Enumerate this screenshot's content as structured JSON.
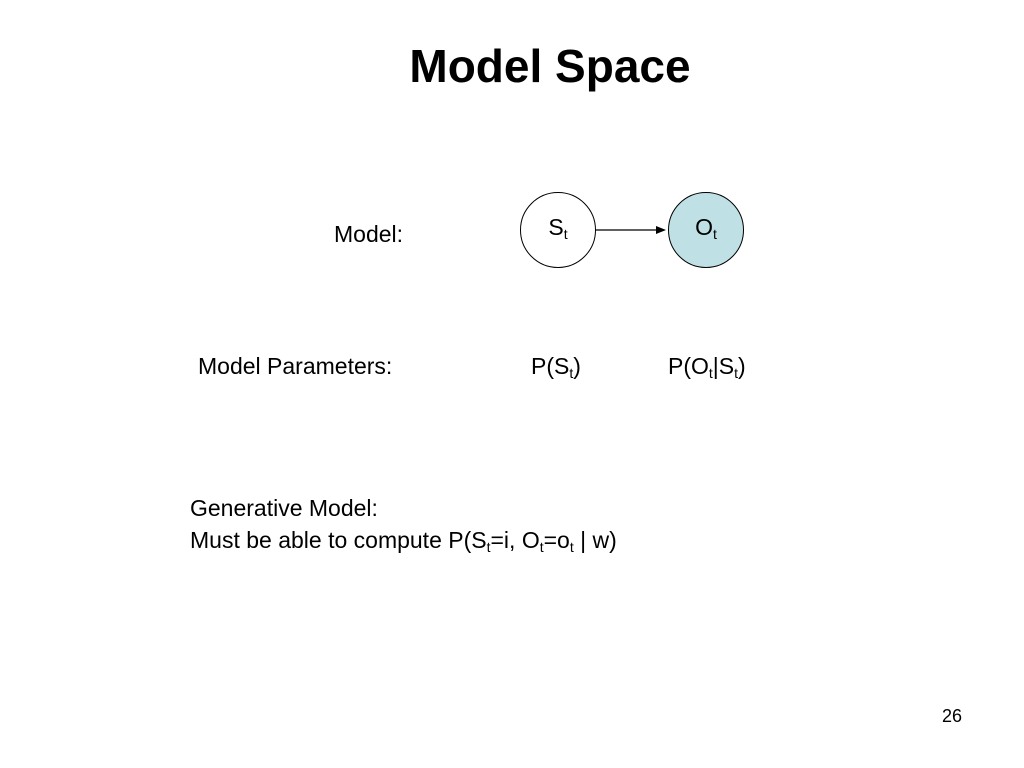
{
  "title": "Model Space",
  "model_label": "Model:",
  "nodes": [
    {
      "letter": "S",
      "sub": "t",
      "fill": "#ffffff"
    },
    {
      "letter": "O",
      "sub": "t",
      "fill": "#bfe1e5"
    }
  ],
  "params_label": "Model Parameters:",
  "param1": {
    "a": "P(S",
    "sub": "t",
    "b": ")"
  },
  "param2": {
    "a": "P(O",
    "sub1": "t",
    "b": "|S",
    "sub2": "t",
    "c": ")"
  },
  "generative": {
    "line1": "Generative Model:",
    "line2": {
      "a": "Must be able to compute P(S",
      "sub1": "t",
      "b": "=i, O",
      "sub2": "t",
      "c": "=o",
      "sub3": "t",
      "d": " | w)"
    }
  },
  "slide_number": "26"
}
